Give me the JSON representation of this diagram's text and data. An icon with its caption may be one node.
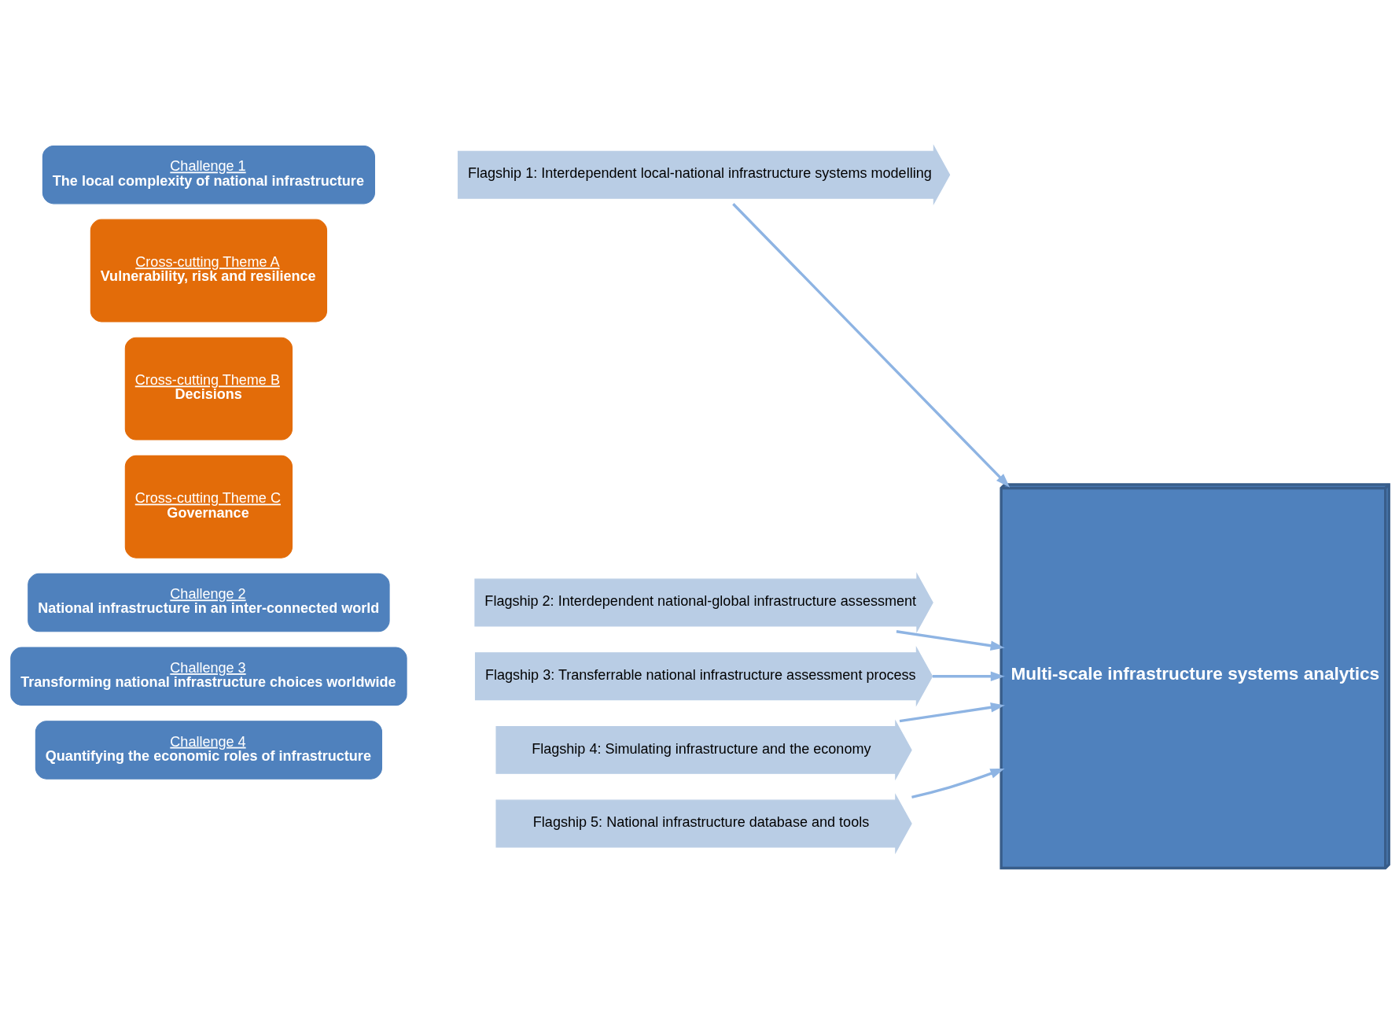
{
  "diagram": {
    "nodes": [
      {
        "text": [
          "Challenge 1",
          "The local complexity of national infrastructure"
        ]
      },
      {
        "text": [
          "Challenge 2",
          "National infrastructure in an inter-connected world"
        ]
      },
      {
        "text": [
          "Challenge 3",
          "Transforming national infrastructure choices worldwide"
        ]
      },
      {
        "text": [
          "Challenge 4",
          "Quantifying the economic roles of infrastructure"
        ]
      },
      {
        "text": [
          "Cross-cutting Theme A",
          "Vulnerability, risk and resilience"
        ]
      },
      {
        "text": [
          "Cross-cutting Theme B",
          "Decisions"
        ]
      },
      {
        "text": [
          "Cross-cutting Theme C",
          "Governance"
        ]
      },
      {
        "text": [
          "Flagship 1: Interdependent local-national infrastructure systems modelling"
        ]
      },
      {
        "text": [
          "Flagship 2: Interdependent national-global infrastructure assessment"
        ]
      },
      {
        "text": [
          "Flagship 3: Transferrable national infrastructure assessment process"
        ]
      },
      {
        "text": [
          "Flagship 4: Simulating infrastructure and the economy"
        ]
      },
      {
        "text": [
          "Flagship 5: National infrastructure database and tools"
        ]
      },
      {
        "text": [
          "Multi-scale infrastructure systems analytics"
        ]
      }
    ],
    "edges": [
      {
        "from": 7,
        "to": 12,
        "arrow": "to"
      },
      {
        "from": 8,
        "to": 12,
        "arrow": "to"
      },
      {
        "from": 9,
        "to": 12,
        "arrow": "to"
      },
      {
        "from": 10,
        "to": 12,
        "arrow": "to"
      },
      {
        "from": 11,
        "to": 12,
        "arrow": "to"
      }
    ]
  }
}
